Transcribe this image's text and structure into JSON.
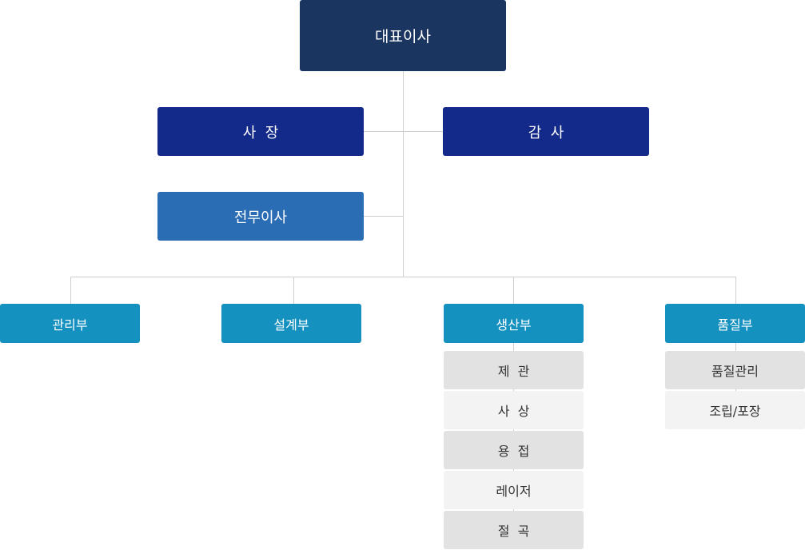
{
  "org": {
    "ceo": "대표이사",
    "president": "사  장",
    "auditor": "감  사",
    "director": "전무이사",
    "departments": [
      {
        "name": "관리부",
        "sub": []
      },
      {
        "name": "설계부",
        "sub": []
      },
      {
        "name": "생산부",
        "sub": [
          "제  관",
          "사  상",
          "용  접",
          "레이저",
          "절  곡"
        ]
      },
      {
        "name": "품질부",
        "sub": [
          "품질관리",
          "조립/포장"
        ]
      }
    ]
  }
}
